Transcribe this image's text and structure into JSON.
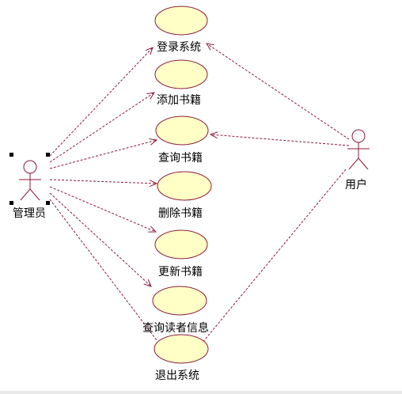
{
  "colors": {
    "stroke": "#8b1a3a",
    "usecase_fill": "#ffffc6",
    "handle": "#000000",
    "text": "#000000"
  },
  "actors": [
    {
      "id": "admin",
      "label": "管理员"
    },
    {
      "id": "user",
      "label": "用户"
    }
  ],
  "use_cases": [
    {
      "id": "login",
      "label": "登录系统"
    },
    {
      "id": "add_book",
      "label": "添加书籍"
    },
    {
      "id": "query_book",
      "label": "查询书籍"
    },
    {
      "id": "delete_book",
      "label": "删除书籍"
    },
    {
      "id": "update_book",
      "label": "更新书籍"
    },
    {
      "id": "query_reader",
      "label": "查询读者信息"
    },
    {
      "id": "logout",
      "label": "退出系统"
    }
  ],
  "associations": [
    {
      "from": "admin",
      "to": "login",
      "arrow": true
    },
    {
      "from": "admin",
      "to": "add_book",
      "arrow": true
    },
    {
      "from": "admin",
      "to": "query_book",
      "arrow": true
    },
    {
      "from": "admin",
      "to": "delete_book",
      "arrow": true
    },
    {
      "from": "admin",
      "to": "update_book",
      "arrow": true
    },
    {
      "from": "admin",
      "to": "query_reader",
      "arrow": true
    },
    {
      "from": "admin",
      "to": "logout",
      "arrow": false
    },
    {
      "from": "user",
      "to": "login",
      "arrow": true
    },
    {
      "from": "user",
      "to": "query_book",
      "arrow": true
    },
    {
      "from": "user",
      "to": "logout",
      "arrow": false
    }
  ]
}
